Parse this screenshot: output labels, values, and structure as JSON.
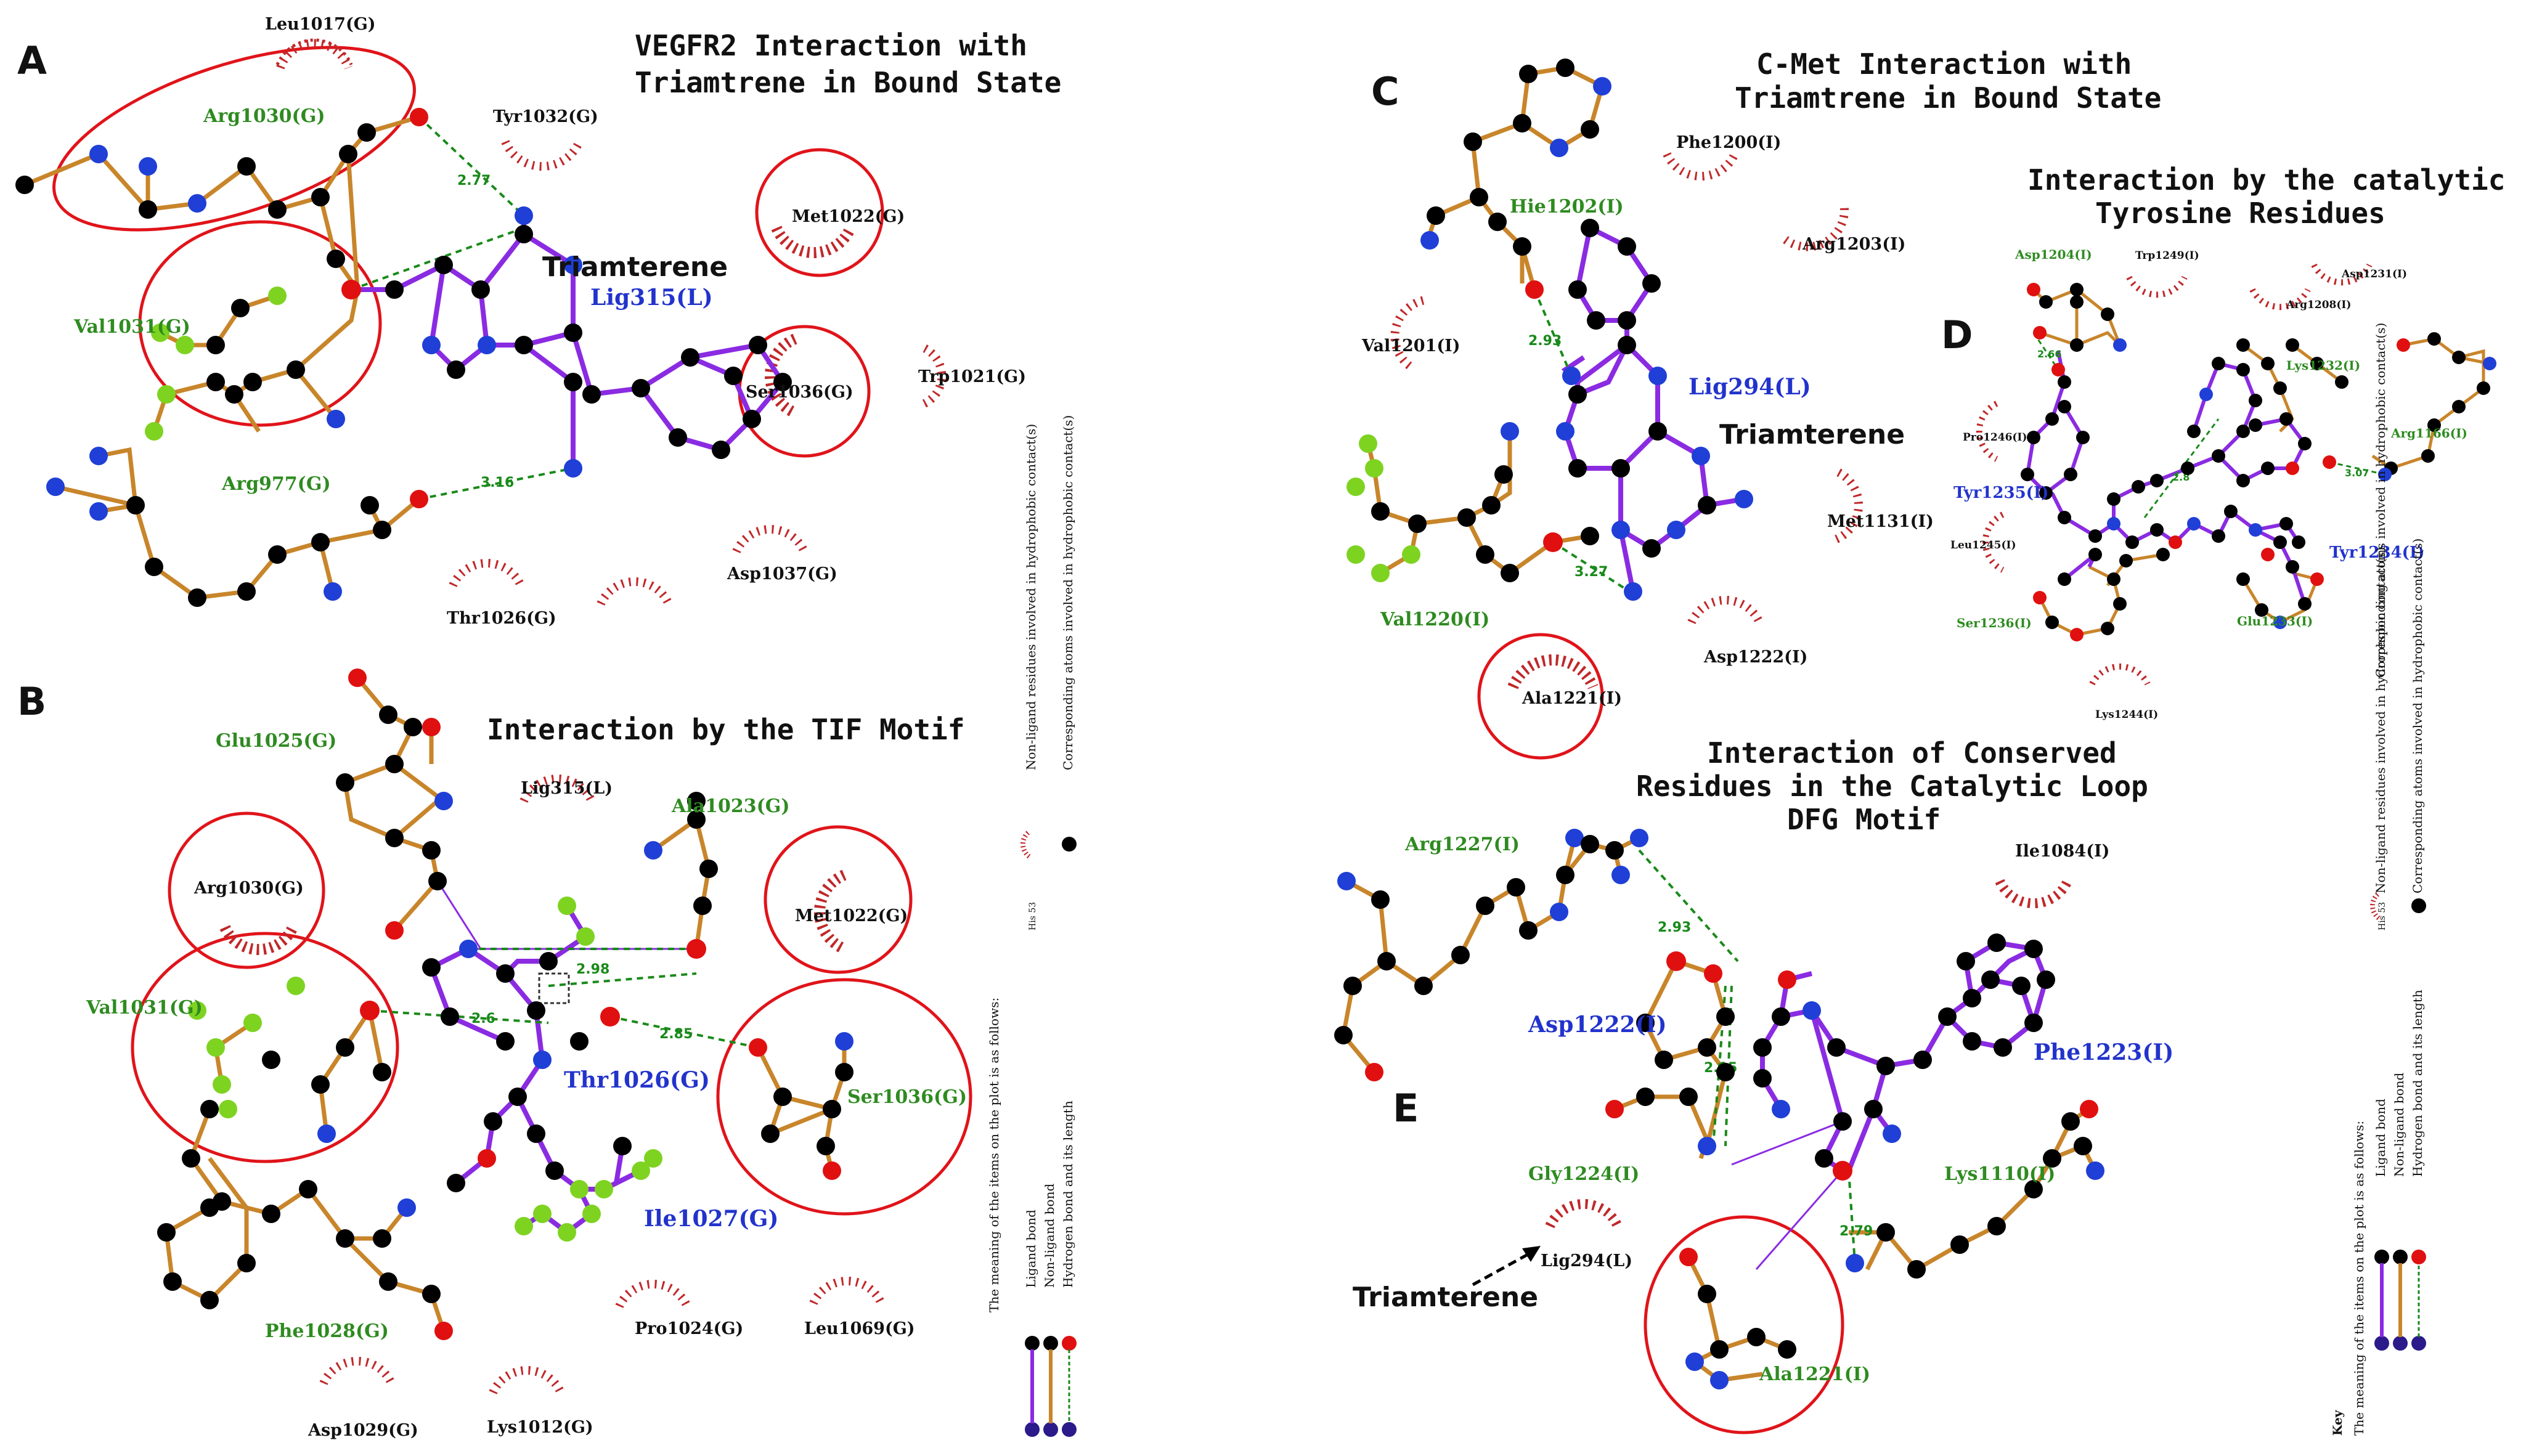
{
  "panels": {
    "A": {
      "letter": "A",
      "title_line1": "VEGFR2 Interaction with",
      "title_line2": "Triamtrene in Bound State",
      "ligand_name": "Triamterene",
      "ligand_id": "Lig315(L)",
      "residues_bonded": [
        "Arg1030(G)",
        "Val1031(G)",
        "Arg977(G)"
      ],
      "residues_hydrophobic": [
        "Leu1017(G)",
        "Tyr1032(G)",
        "Met1022(G)",
        "Ser1036(G)",
        "Trp1021(G)",
        "Thr1026(G)",
        "Asp1037(G)"
      ],
      "distances": [
        "2.77",
        "3.16"
      ]
    },
    "B": {
      "letter": "B",
      "title": "Interaction by the TIF Motif",
      "residues_bonded": [
        "Glu1025(G)",
        "Ala1023(G)",
        "Val1031(G)",
        "Phe1028(G)",
        "Ser1036(G)"
      ],
      "residues_blue": [
        "Thr1026(G)",
        "Ile1027(G)"
      ],
      "residues_hydrophobic": [
        "Lig315(L)",
        "Arg1030(G)",
        "Met1022(G)",
        "Pro1024(G)",
        "Leu1069(G)",
        "Asp1029(G)",
        "Lys1012(G)"
      ],
      "distances": [
        "2.98",
        "2.6",
        "2.85"
      ]
    },
    "C": {
      "letter": "C",
      "title_line1": "C-Met Interaction with",
      "title_line2": "Triamtrene in Bound State",
      "ligand_name": "Triamterene",
      "ligand_id": "Lig294(L)",
      "residues_bonded": [
        "Hie1202(I)",
        "Val1220(I)"
      ],
      "residues_hydrophobic": [
        "Phe1200(I)",
        "Arg1203(I)",
        "Val1201(I)",
        "Met1131(I)",
        "Asp1222(I)",
        "Ala1221(I)"
      ],
      "distances": [
        "2.93",
        "3.27"
      ]
    },
    "D": {
      "letter": "D",
      "title_line1": "Interaction by the catalytic",
      "title_line2": "Tyrosine Residues",
      "residues_bonded": [
        "Asp1204(I)",
        "Lys1232(I)",
        "Arg1166(I)",
        "Ser1236(I)",
        "Glu1233(I)"
      ],
      "residues_blue": [
        "Tyr1235(I)",
        "Tyr1234(I)"
      ],
      "residues_hydrophobic": [
        "Trp1249(I)",
        "Arg1208(I)",
        "Asp1231(I)",
        "Pro1246(I)",
        "Leu1245(I)",
        "Lys1244(I)"
      ],
      "distances": [
        "2.66",
        "2.8",
        "3.07"
      ]
    },
    "E": {
      "letter": "E",
      "title_line1": "Interaction of Conserved",
      "title_line2": "Residues in the Catalytic Loop",
      "title_line3": "DFG Motif",
      "ligand_name": "Triamterene",
      "ligand_id": "Lig294(L)",
      "residues_bonded": [
        "Arg1227(I)",
        "Gly1224(I)",
        "Lys1110(I)",
        "Ala1221(I)"
      ],
      "residues_blue": [
        "Asp1222(I)",
        "Phe1223(I)"
      ],
      "residues_hydrophobic": [
        "Ile1084(I)"
      ],
      "distances": [
        "2.93",
        "2.95",
        "2.79"
      ]
    }
  },
  "legend": {
    "heading": "The meaning of the items on the plot is as follows:",
    "key_label": "Key",
    "ligand_bond": "Ligand bond",
    "non_ligand_bond": "Non-ligand bond",
    "hbond": "Hydrogen bond and its length",
    "hydrophobic_residue": "Non-ligand residues involved in hydrophobic contact(s)",
    "hydrophobic_atoms": "Corresponding atoms involved in hydrophobic contact(s)",
    "example_residue": "His 53"
  },
  "colors": {
    "ligand_bond": "#8a2be2",
    "non_ligand_bond": "#c8852a",
    "hbond": "#1a8a1a",
    "carbon": "#000000",
    "nitrogen": "#1f3fd6",
    "oxygen": "#e01010",
    "chlorine_h": "#7ed321",
    "arc": "#c0282a",
    "circle": "#e0141a"
  }
}
